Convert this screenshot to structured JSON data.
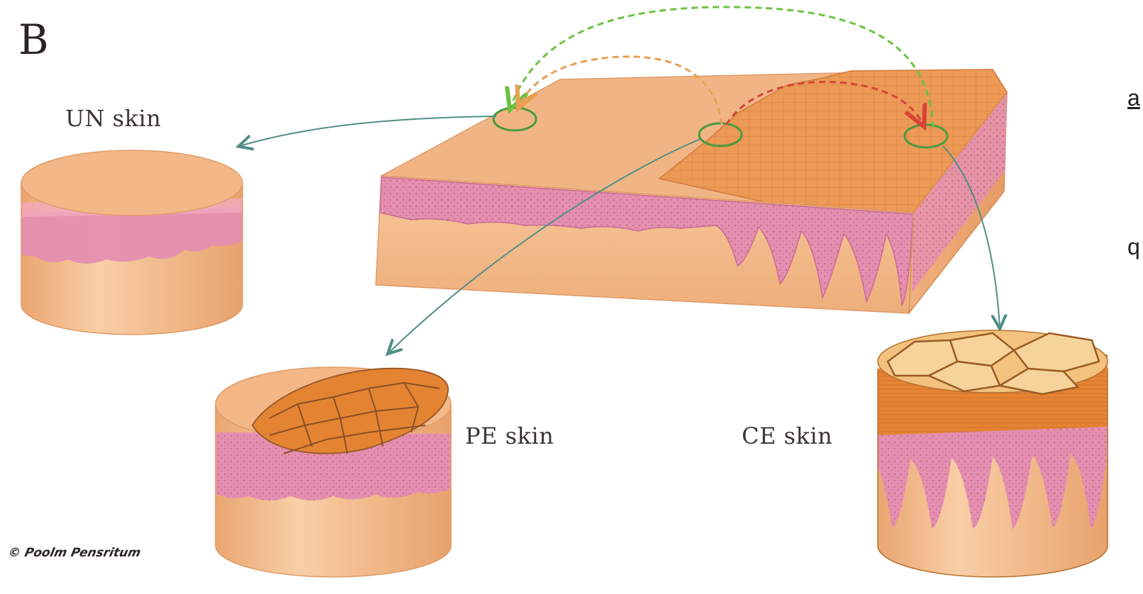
{
  "panel_letter": "B",
  "labels": {
    "un_skin": "UN skin",
    "pe_skin": "PE skin",
    "ce_skin": "CE skin"
  },
  "edge_fragments": [
    "a",
    "q"
  ],
  "signature": "© Poolm Pensritum",
  "colors": {
    "skin_surface": "#f1b585",
    "skin_side": "#f6c499",
    "dermis_pink": "#e48fb0",
    "cracked_orange": "#e48433",
    "callout_arrow": "#4f8f86",
    "green_arc": "#6cc23f",
    "orange_arc": "#e8a050",
    "red_arc": "#d6443a"
  }
}
